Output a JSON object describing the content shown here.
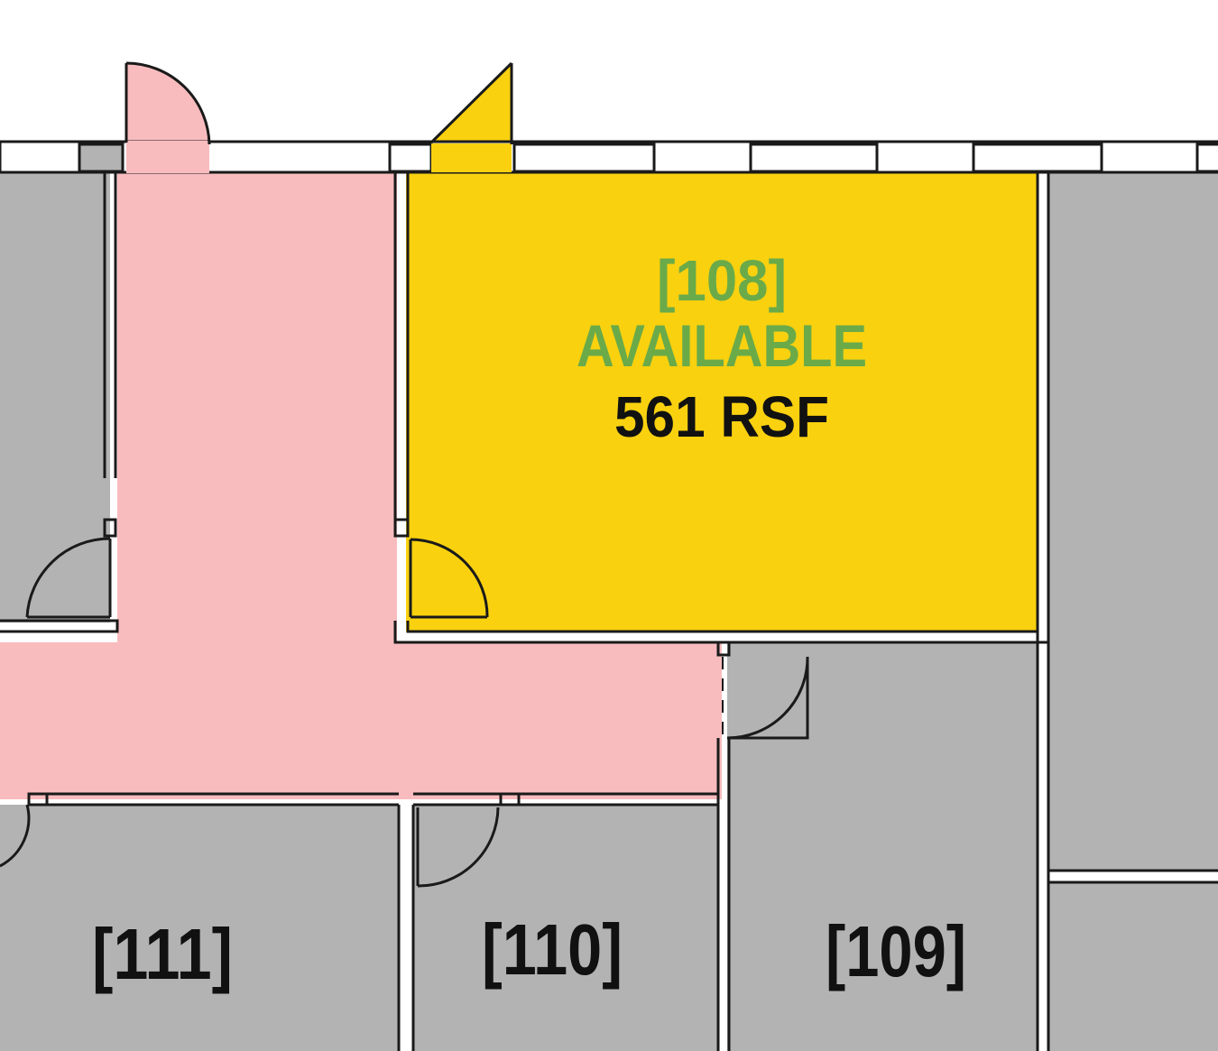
{
  "colors": {
    "available": "#f9d10f",
    "corridor": "#f8bcbf",
    "occupied": "#b3b3b3",
    "wall": "#1a1a1a",
    "window": "#ffffff",
    "available_label": "#6aaa49",
    "room_label": "#111111"
  },
  "available_suite": {
    "number": "[108]",
    "status": "AVAILABLE",
    "area": "561 RSF"
  },
  "rooms": [
    {
      "number": "[111]"
    },
    {
      "number": "[110]"
    },
    {
      "number": "[109]"
    }
  ]
}
